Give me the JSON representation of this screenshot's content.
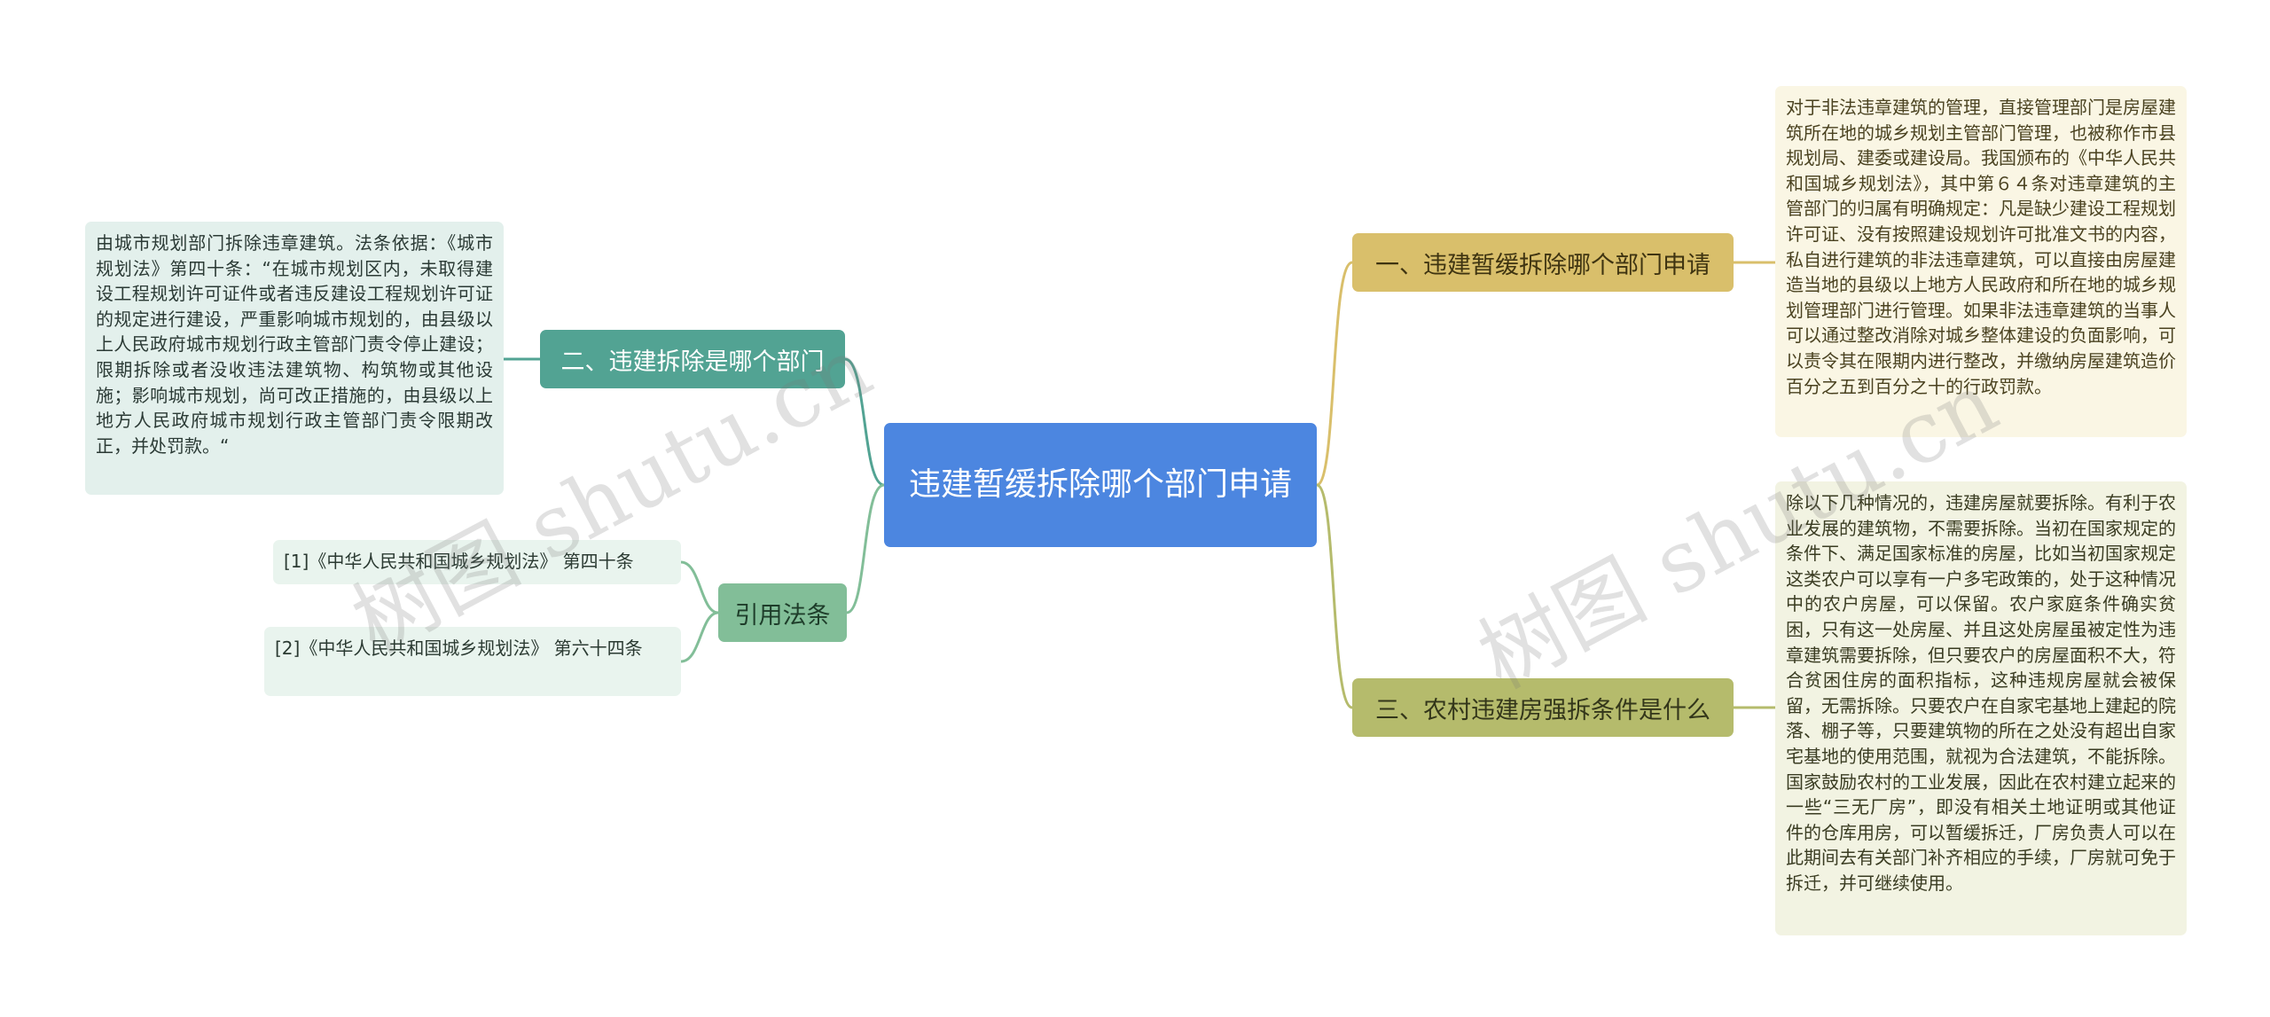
{
  "root": {
    "label": "违建暂缓拆除哪个部门申请"
  },
  "branches": {
    "b1": {
      "label": "一、违建暂缓拆除哪个部门申请",
      "color": "#d9bf6b"
    },
    "b2": {
      "label": "二、违建拆除是哪个部门",
      "color": "#52a393"
    },
    "b3": {
      "label": "三、农村违建房强拆条件是什么",
      "color": "#b5bb6c"
    },
    "b4": {
      "label": "引用法条",
      "color": "#82be98"
    }
  },
  "leaves": {
    "l1": "对于非法违章建筑的管理，直接管理部门是房屋建筑所在地的城乡规划主管部门管理，也被称作市县规划局、建委或建设局。我国颁布的《中华人民共和国城乡规划法》，其中第６４条对违章建筑的主管部门的归属有明确规定：凡是缺少建设工程规划许可证、没有按照建设规划许可批准文书的内容，私自进行建筑的非法违章建筑，可以直接由房屋建造当地的县级以上地方人民政府和所在地的城乡规划管理部门进行管理。如果非法违章建筑的当事人可以通过整改消除对城乡整体建设的负面影响，可以责令其在限期内进行整改，并缴纳房屋建筑造价百分之五到百分之十的行政罚款。",
    "l2": "由城市规划部门拆除违章建筑。法条依据：《城市规划法》第四十条：“在城市规划区内，未取得建设工程规划许可证件或者违反建设工程规划许可证的规定进行建设，严重影响城市规划的，由县级以上人民政府城市规划行政主管部门责令停止建设；限期拆除或者没收违法建筑物、构筑物或其他设施；影响城市规划，尚可改正措施的，由县级以上地方人民政府城市规划行政主管部门责令限期改正，并处罚款。“",
    "l3": "除以下几种情况的，违建房屋就要拆除。有利于农业发展的建筑物，不需要拆除。当初在国家规定的条件下、满足国家标准的房屋，比如当初国家规定这类农户可以享有一户多宅政策的，处于这种情况中的农户房屋，可以保留。农户家庭条件确实贫困，只有这一处房屋、并且这处房屋虽被定性为违章建筑需要拆除，但只要农户的房屋面积不大，符合贫困住房的面积指标，这种违规房屋就会被保留，无需拆除。只要农户在自家宅基地上建起的院落、棚子等，只要建筑物的所在之处没有超出自家宅基地的使用范围，就视为合法建筑，不能拆除。国家鼓励农村的工业发展，因此在农村建立起来的一些“三无厂房”，即没有相关土地证明或其他证件的仓库用房，可以暂缓拆迁，厂房负责人可以在此期间去有关部门补齐相应的手续，厂房就可免于拆迁，并可继续使用。",
    "l4": "[1]《中华人民共和国城乡规划法》 第四十条",
    "l5": "[2]《中华人民共和国城乡规划法》 第六十四条"
  },
  "watermark": "树图 shutu.cn"
}
